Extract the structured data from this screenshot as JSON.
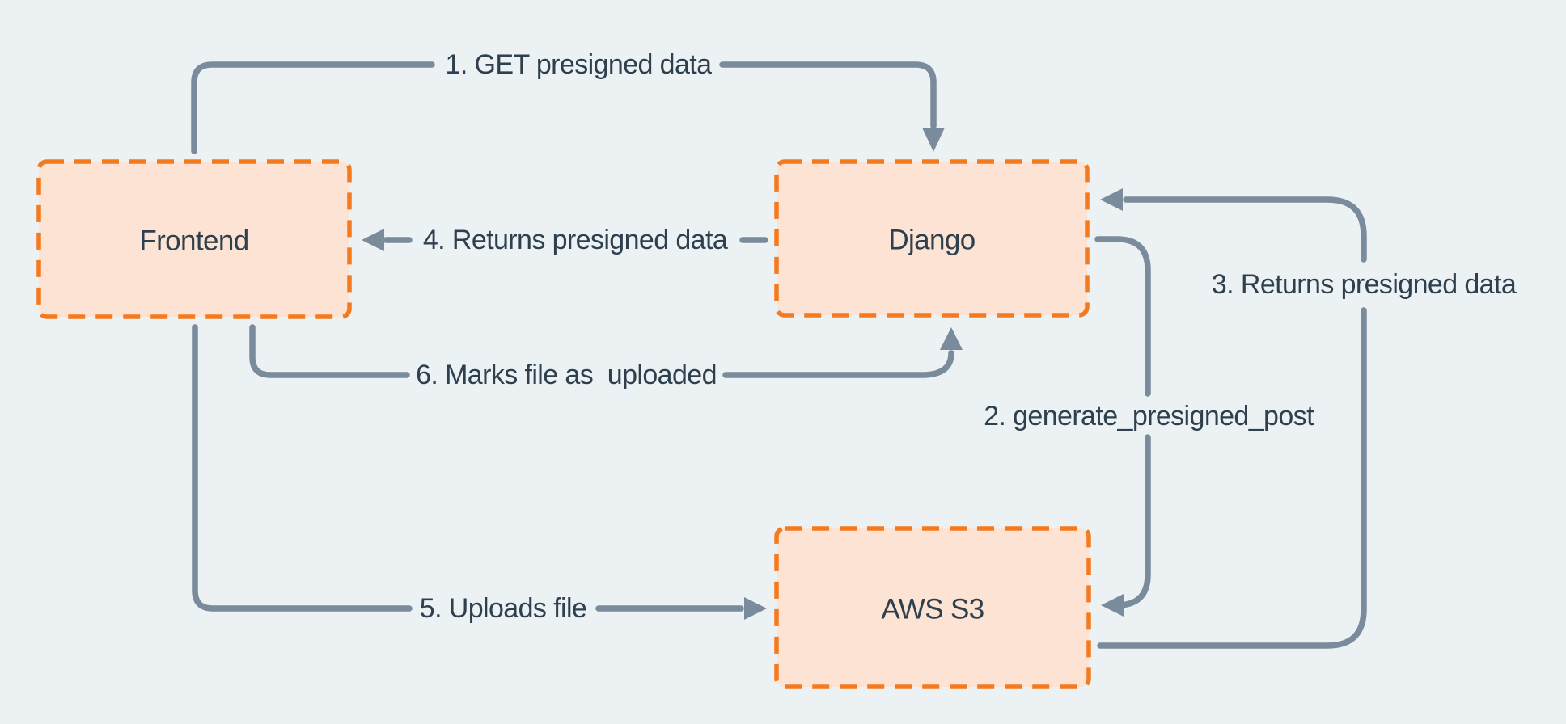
{
  "diagram": {
    "nodes": [
      {
        "id": "frontend",
        "label": "Frontend"
      },
      {
        "id": "django",
        "label": "Django"
      },
      {
        "id": "aws-s3",
        "label": "AWS S3"
      }
    ],
    "edges": [
      {
        "step": "1",
        "label": "1. GET presigned data",
        "from": "Frontend",
        "to": "Django"
      },
      {
        "step": "2",
        "label": "2. generate_presigned_post",
        "from": "Django",
        "to": "AWS S3"
      },
      {
        "step": "3",
        "label": "3. Returns presigned data",
        "from": "AWS S3",
        "to": "Django"
      },
      {
        "step": "4",
        "label": "4. Returns presigned data",
        "from": "Django",
        "to": "Frontend"
      },
      {
        "step": "5",
        "label": "5. Uploads file",
        "from": "Frontend",
        "to": "AWS S3"
      },
      {
        "step": "6",
        "label": "6. Marks file as  uploaded",
        "from": "Frontend",
        "to": "Django"
      }
    ],
    "colors": {
      "background": "#ecf1f4",
      "node_fill": "#fce3d3",
      "node_border": "#f5791d",
      "arrow": "#7a8b9c",
      "text": "#2e3f4e"
    }
  }
}
